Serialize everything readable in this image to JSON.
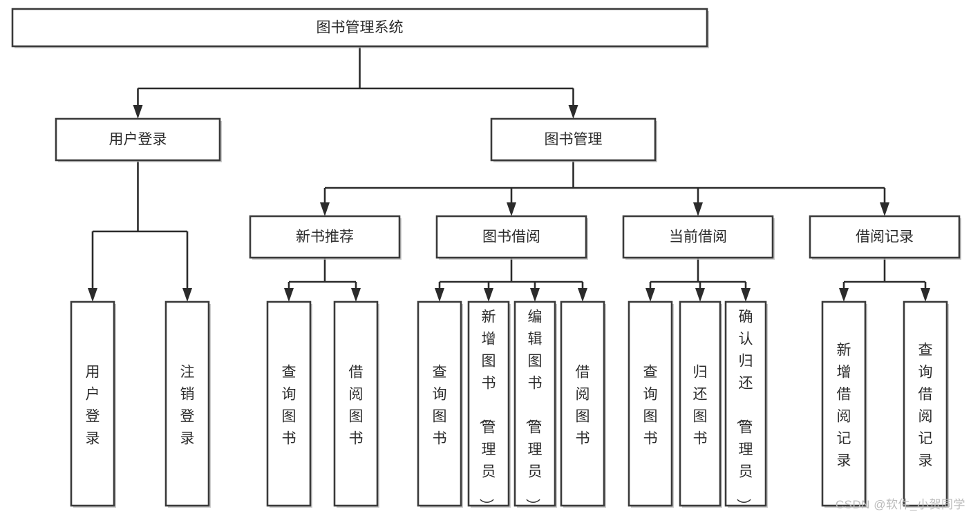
{
  "diagram": {
    "title": "图书管理系统",
    "watermark": "CSDN @软件_小贺同学",
    "type": "tree",
    "orientation": "top-down",
    "colors": {
      "box_fill": "#ffffff",
      "box_stroke": "#3a3a3a",
      "line": "#2b2b2b",
      "text": "#2c2c2c",
      "watermark": "#bcbcbc",
      "background": "#ffffff"
    },
    "nodes": {
      "root": {
        "label": "图书管理系统",
        "level": 0,
        "orient": "horizontal"
      },
      "l1": [
        {
          "id": "user-login",
          "label": "用户登录",
          "orient": "horizontal"
        },
        {
          "id": "book-manage",
          "label": "图书管理",
          "orient": "horizontal"
        }
      ],
      "l2_user_login": [
        {
          "id": "login",
          "label": "用户登录",
          "orient": "vertical"
        },
        {
          "id": "logout",
          "label": "注销登录",
          "orient": "vertical"
        }
      ],
      "l2_book_manage": [
        {
          "id": "new-book-rec",
          "label": "新书推荐",
          "orient": "horizontal"
        },
        {
          "id": "book-borrow",
          "label": "图书借阅",
          "orient": "horizontal"
        },
        {
          "id": "current-borrow",
          "label": "当前借阅",
          "orient": "horizontal"
        },
        {
          "id": "borrow-record",
          "label": "借阅记录",
          "orient": "horizontal"
        }
      ],
      "l3_new_book_rec": [
        {
          "id": "query-book-1",
          "label": "查询图书",
          "orient": "vertical"
        },
        {
          "id": "borrow-book-1",
          "label": "借阅图书",
          "orient": "vertical"
        }
      ],
      "l3_book_borrow": [
        {
          "id": "query-book-2",
          "label": "查询图书",
          "orient": "vertical"
        },
        {
          "id": "add-book",
          "label": "新增图书（管理员）",
          "orient": "vertical"
        },
        {
          "id": "edit-book",
          "label": "编辑图书（管理员）",
          "orient": "vertical"
        },
        {
          "id": "borrow-book-2",
          "label": "借阅图书",
          "orient": "vertical"
        }
      ],
      "l3_current_borrow": [
        {
          "id": "query-book-3",
          "label": "查询图书",
          "orient": "vertical"
        },
        {
          "id": "return-book",
          "label": "归还图书",
          "orient": "vertical"
        },
        {
          "id": "confirm-return",
          "label": "确认归还（管理员）",
          "orient": "vertical"
        }
      ],
      "l3_borrow_record": [
        {
          "id": "add-borrow-record",
          "label": "新增借阅记录",
          "orient": "vertical"
        },
        {
          "id": "query-borrow-record",
          "label": "查询借阅记录",
          "orient": "vertical"
        }
      ]
    }
  }
}
